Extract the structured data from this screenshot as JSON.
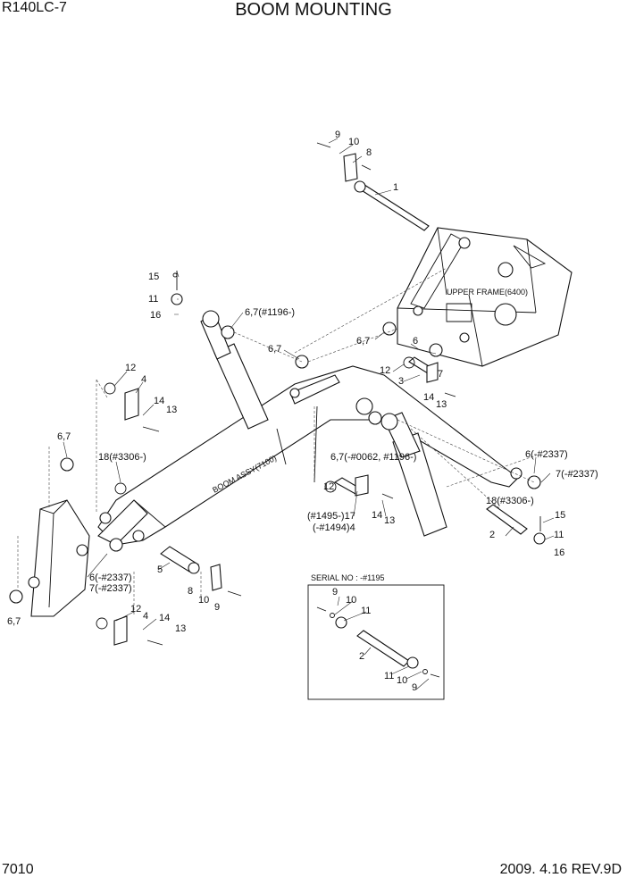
{
  "header": {
    "model": "R140LC-7",
    "title": "BOOM MOUNTING"
  },
  "footer": {
    "page_number": "7010",
    "date_revision": "2009. 4.16  REV.9D"
  },
  "labels": {
    "upper_frame": "UPPER FRAME(6400)",
    "boom_assy": "BOOM ASSY(7100)",
    "serial_no": "SERIAL NO : -#1195"
  },
  "callouts": [
    "9",
    "10",
    "8",
    "1",
    "15",
    "11",
    "16",
    "6,7(#1196-)",
    "6,7",
    "12",
    "4",
    "14",
    "13",
    "6,7",
    "18(#3306-)",
    "6,7",
    "6",
    "7",
    "12",
    "3",
    "14",
    "13",
    "6,7(-#0062, #1196-)",
    "6(-#2337)",
    "7(-#2337)",
    "12",
    "(#1495-)17",
    "(-#1494)4",
    "14",
    "13",
    "18(#3306-)",
    "15",
    "2",
    "11",
    "16",
    "5",
    "6(-#2337)",
    "7(-#2337)",
    "8",
    "10",
    "9",
    "12",
    "4",
    "14",
    "13",
    "6,7",
    "9",
    "10",
    "11",
    "2",
    "11",
    "10",
    "9"
  ]
}
